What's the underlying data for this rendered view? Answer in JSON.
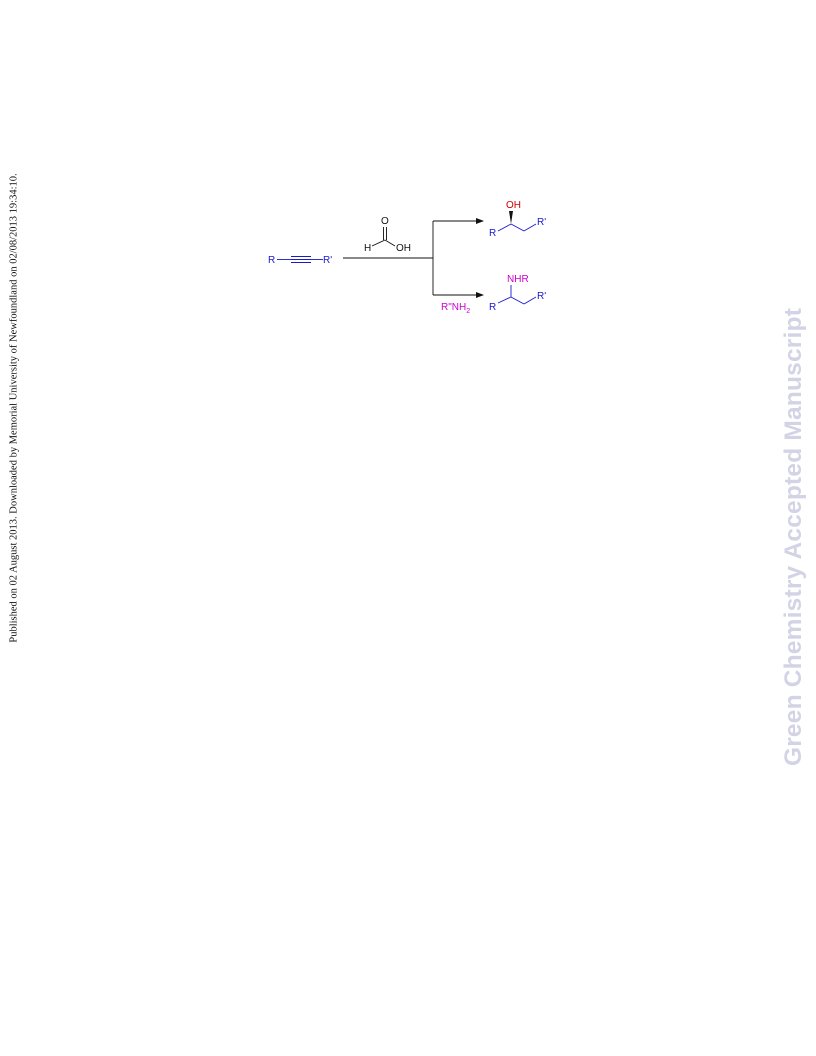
{
  "side_note": {
    "text": "Published on 02 August 2013. Downloaded by Memorial University of Newfoundland on 02/08/2013 19:34:10."
  },
  "watermark": {
    "text": "Green Chemistry Accepted Manuscript"
  },
  "scheme": {
    "reactant": {
      "r": "R",
      "r_prime": "R'"
    },
    "reagent": {
      "o": "O",
      "h": "H",
      "oh": "OH"
    },
    "product_top": {
      "oh": "OH",
      "r": "R",
      "r_prime": "R'"
    },
    "product_bottom": {
      "nhr": "NHR",
      "r": "R",
      "r_prime": "R'"
    },
    "amine": {
      "label": "R\"NH",
      "subscript": "2"
    }
  },
  "colors": {
    "blue": "#1a1acc",
    "red": "#cc0000",
    "magenta": "#cc00cc",
    "black": "#111111",
    "watermark": "#d3d3e6"
  }
}
